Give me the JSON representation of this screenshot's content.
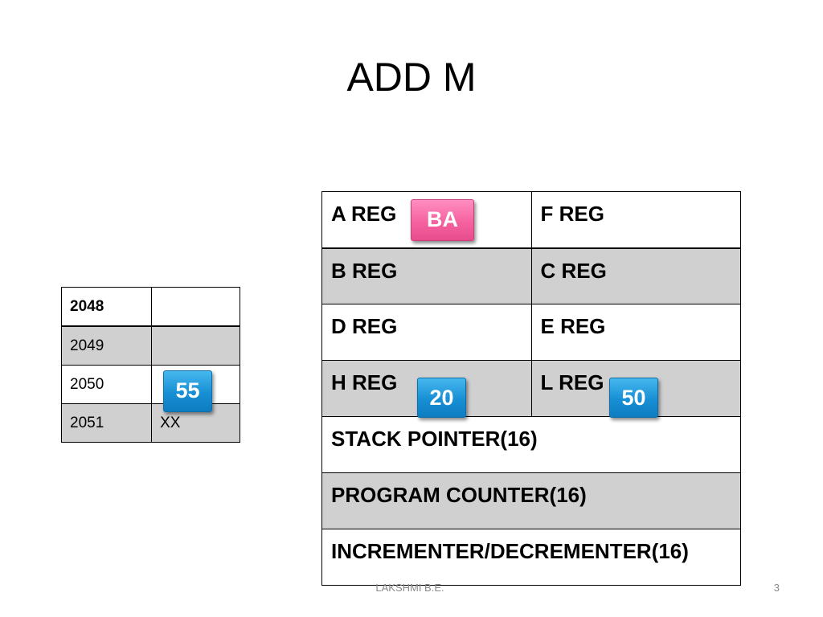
{
  "slide": {
    "title": "ADD M",
    "footer": "LAKSHMI B.E.",
    "page_number": "3"
  },
  "memory": {
    "rows": [
      {
        "address": "2048",
        "value": ""
      },
      {
        "address": "2049",
        "value": ""
      },
      {
        "address": "2050",
        "value": ""
      },
      {
        "address": "2051",
        "value": "XX"
      }
    ]
  },
  "registers": {
    "a_reg": "A REG",
    "f_reg": "F REG",
    "b_reg": "B REG",
    "c_reg": "C REG",
    "d_reg": "D REG",
    "e_reg": "E REG",
    "h_reg": "H REG",
    "l_reg": "L REG",
    "stack_pointer": "STACK POINTER(16)",
    "program_counter": "PROGRAM COUNTER(16)",
    "incrementer": "INCREMENTER/DECREMENTER(16)"
  },
  "badges": {
    "a_value": "BA",
    "h_value": "20",
    "l_value": "50",
    "mem_value": "55"
  },
  "colors": {
    "badge_blue": "#178fd4",
    "badge_pink": "#f5629f",
    "shaded_row": "#d0d0d0"
  }
}
